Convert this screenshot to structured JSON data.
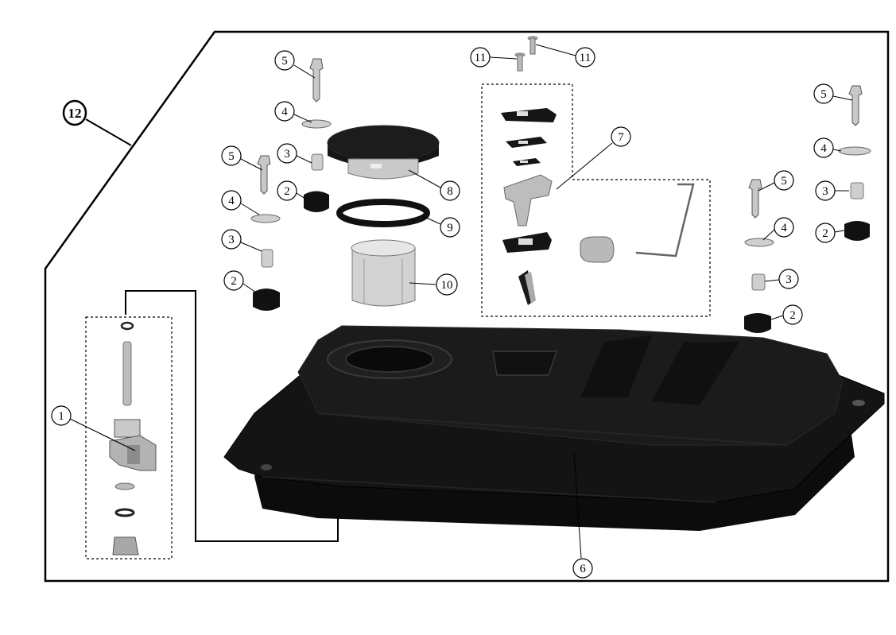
{
  "diagram": {
    "callouts": {
      "c12": "12",
      "c11a": "11",
      "c11b": "11",
      "c5a": "5",
      "c4a": "4",
      "c3a": "3",
      "c2a": "2",
      "c5b": "5",
      "c4b": "4",
      "c3b": "3",
      "c2b": "2",
      "c8": "8",
      "c9": "9",
      "c10": "10",
      "c7": "7",
      "c1": "1",
      "c6": "6",
      "c5c": "5",
      "c4c": "4",
      "c3c": "3",
      "c2c": "2",
      "c5d": "5",
      "c4d": "4",
      "c3d": "3",
      "c2d": "2"
    }
  }
}
